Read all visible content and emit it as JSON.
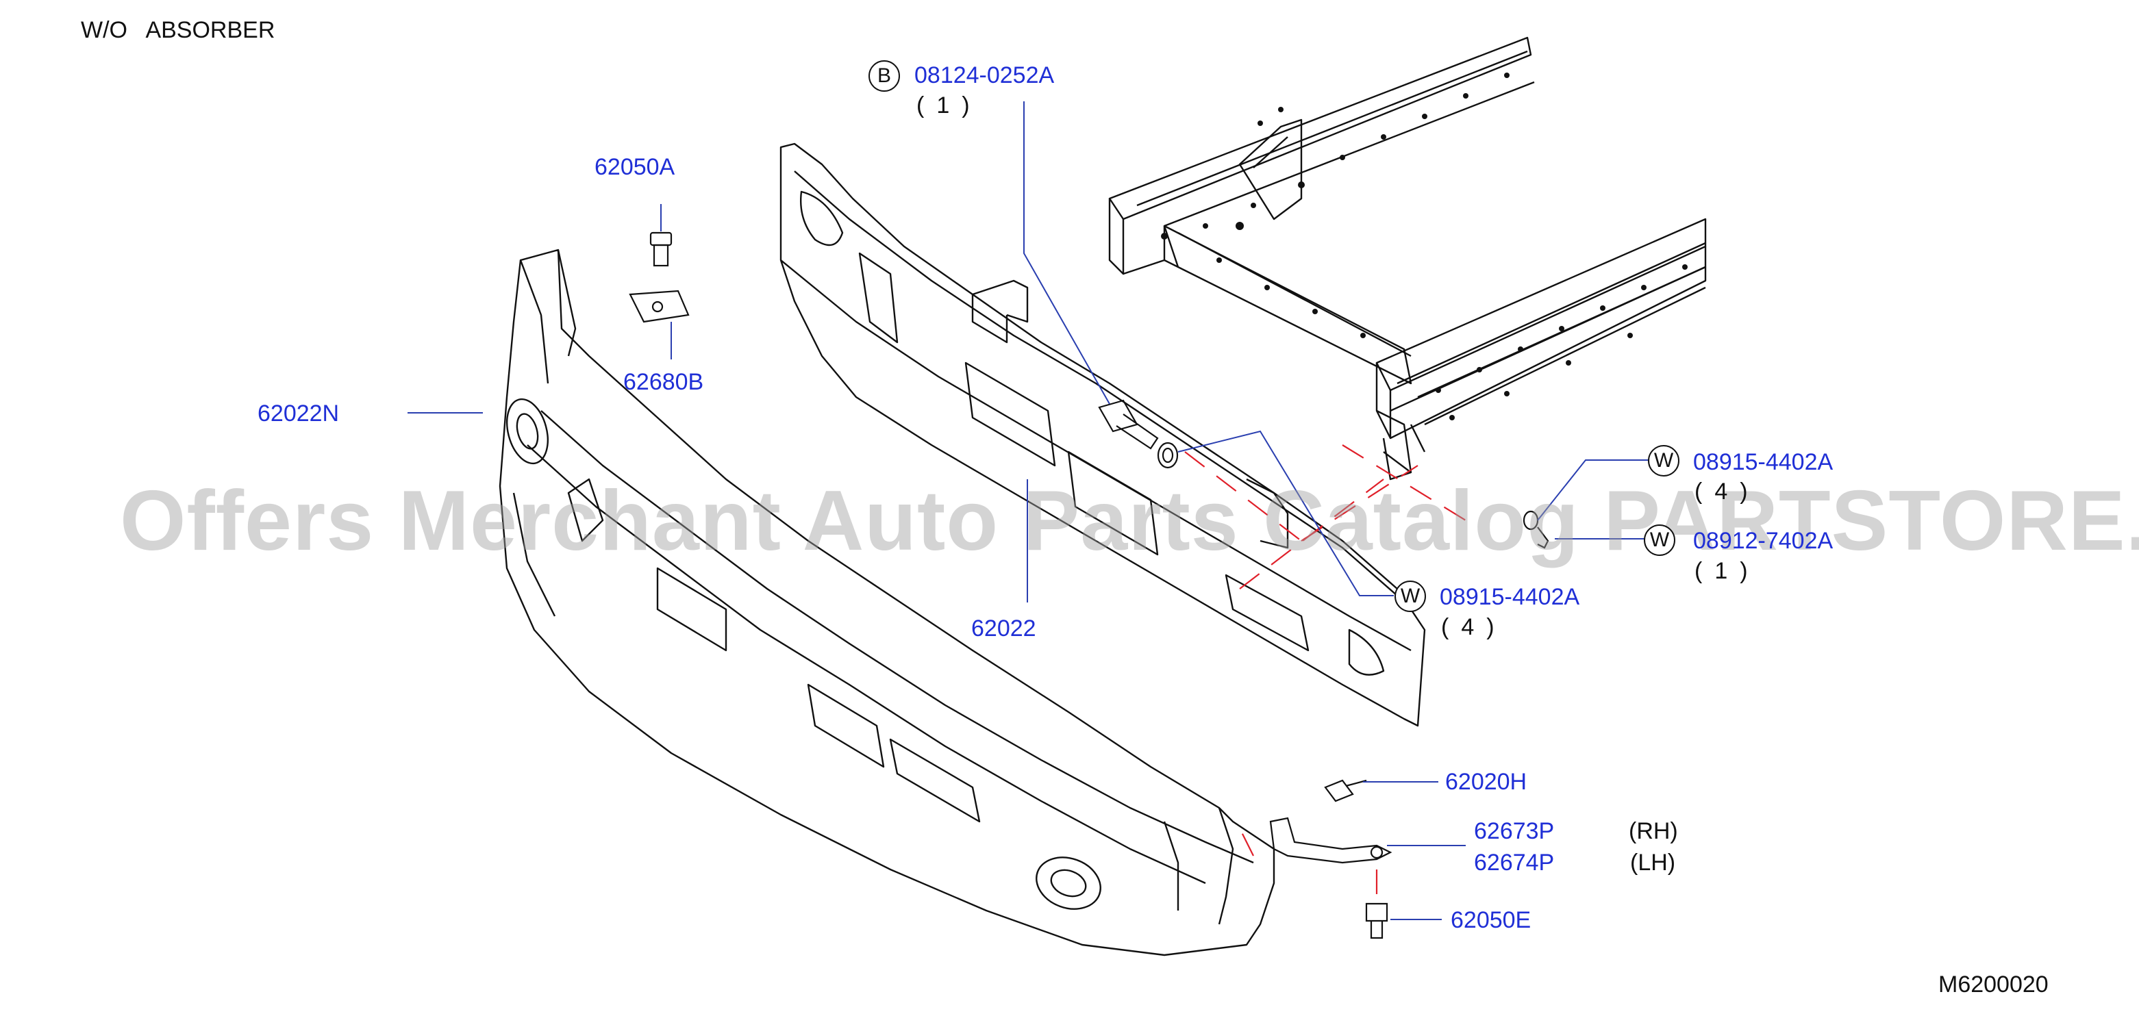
{
  "header": {
    "title": "W/O   ABSORBER"
  },
  "diagram_id": "M6200020",
  "watermark": "Offers Merchant Auto Parts Catalog PARTSTORE.SA",
  "parts": {
    "p08124": {
      "number": "08124-0252A",
      "badge": "B",
      "qty": "(1)"
    },
    "p62050A": {
      "number": "62050A"
    },
    "p62680B": {
      "number": "62680B"
    },
    "p62022N": {
      "number": "62022N"
    },
    "p62022": {
      "number": "62022"
    },
    "p08915_right": {
      "number": "08915-4402A",
      "badge": "W",
      "qty": "(4)"
    },
    "p08912": {
      "number": "08912-7402A",
      "badge": "W",
      "qty": "(1)"
    },
    "p08915_center": {
      "number": "08915-4402A",
      "badge": "W",
      "qty": "(4)"
    },
    "p62020H": {
      "number": "62020H"
    },
    "p62673P": {
      "number": "62673P",
      "side": "(RH)"
    },
    "p62674P": {
      "number": "62674P",
      "side": "(LH)"
    },
    "p62050E": {
      "number": "62050E"
    }
  },
  "colors": {
    "part_link": "#1f2fd6",
    "line": "#111111",
    "leader": "#2a3fb0",
    "hidden": "#e0202a"
  }
}
